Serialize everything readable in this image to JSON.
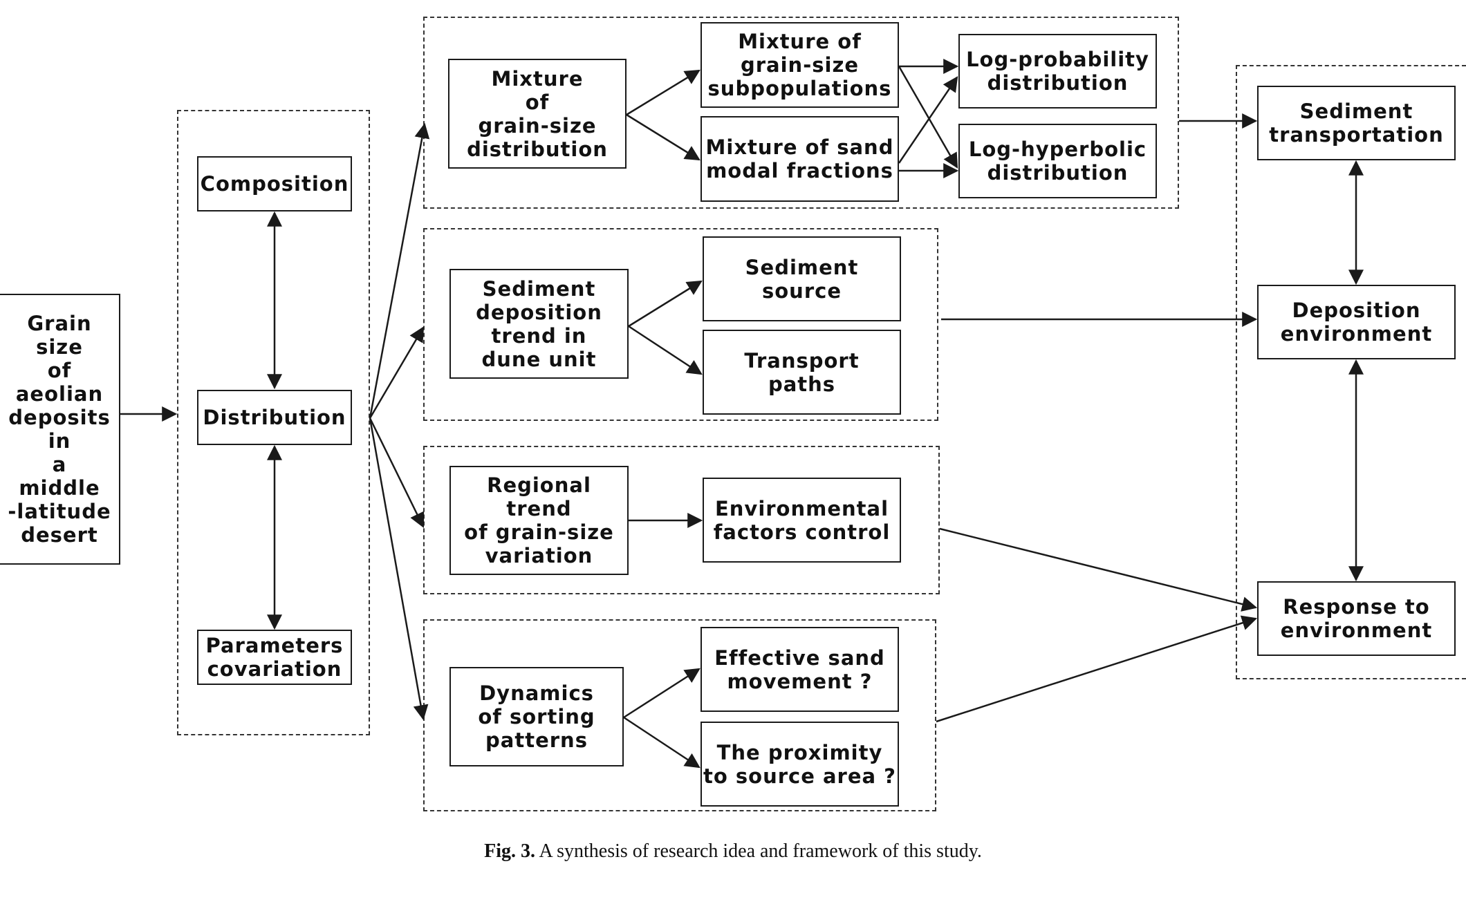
{
  "diagram": {
    "source": "Grain\nsize\nof\naeolian\ndeposits\nin\na\nmiddle\n-latitude\ndesert",
    "aspects": {
      "composition": "Composition",
      "distribution": "Distribution",
      "parameters": "Parameters\ncovariation"
    },
    "mixture_group": {
      "mixture_distribution": "Mixture\nof\ngrain-size\ndistribution",
      "mixture_subpopulations": "Mixture of\ngrain-size\nsubpopulations",
      "mixture_sand_fractions": "Mixture of sand\nmodal fractions",
      "log_probability": "Log-probability\ndistribution",
      "log_hyperbolic": "Log-hyperbolic\ndistribution"
    },
    "deposition_group": {
      "deposition_trend": "Sediment\ndeposition\ntrend in\ndune unit",
      "sediment_source": "Sediment\nsource",
      "transport_paths": "Transport\npaths"
    },
    "regional_group": {
      "regional_trend": "Regional trend\nof grain-size\nvariation",
      "environmental_factors": "Environmental\nfactors control"
    },
    "sorting_group": {
      "sorting_dynamics": "Dynamics\nof sorting\npatterns",
      "effective_movement": "Effective sand\nmovement ?",
      "proximity_source": "The proximity\nto source area ?"
    },
    "outcomes": {
      "sediment_transportation": "Sediment\ntransportation",
      "deposition_environment": "Deposition\nenvironment",
      "response_environment": "Response to\nenvironment"
    }
  },
  "caption": {
    "label": "Fig. 3.",
    "text": " A synthesis of research idea and framework of this study."
  }
}
